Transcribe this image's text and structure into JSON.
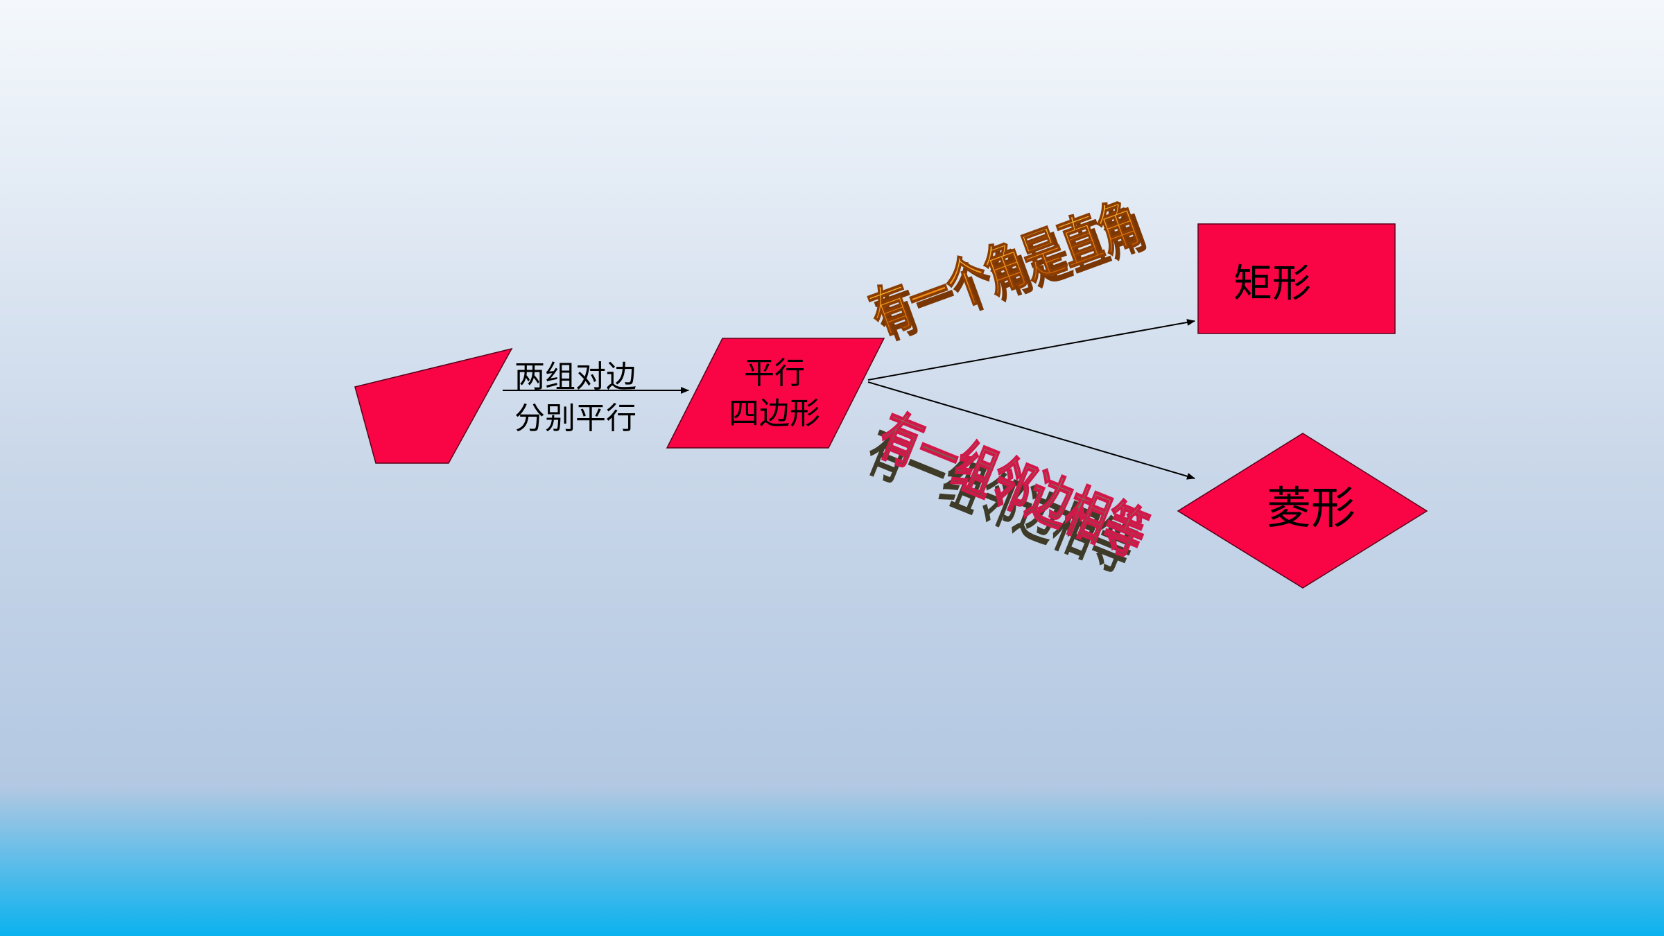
{
  "diagram": {
    "edge_label_line1": "两组对边",
    "edge_label_line2": "分别平行",
    "parallelogram_line1": "平行",
    "parallelogram_line2": "四边形",
    "rectangle_label": "矩形",
    "rhombus_label": "菱形",
    "condition_right_angle": "有一个角是直角",
    "condition_adjacent_sides": "有一组邻边相等"
  },
  "colors": {
    "shape_fill": "#f90546",
    "arrow": "#000000",
    "wordart_orange": "#e8850c",
    "wordart_olive": "#6e6a4e",
    "wordart_red_outline": "#d2174a"
  }
}
